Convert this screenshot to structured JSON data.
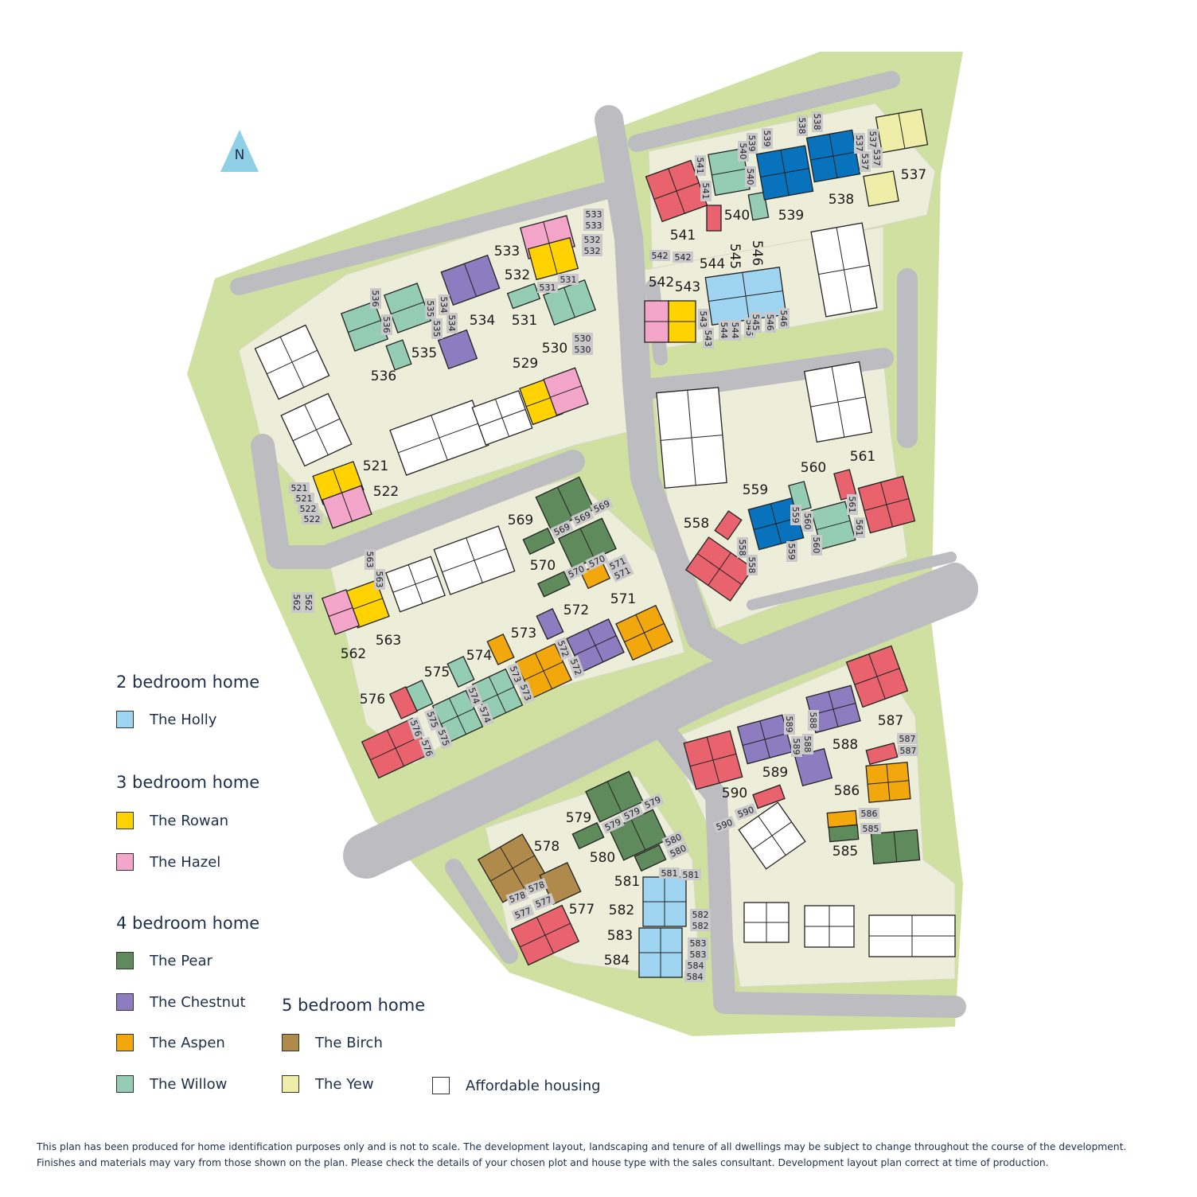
{
  "north_label": "N",
  "colors": {
    "holly": "#9fd5f1",
    "rowan": "#ffd200",
    "hazel": "#f3a6c9",
    "pear": "#5f8a5c",
    "chestnut": "#8e7cc0",
    "aspen": "#f2a80c",
    "willow": "#94cdb3",
    "birch": "#b08a4b",
    "yew": "#eeeea8",
    "affordable": "#ffffff",
    "red": "#e8636e",
    "blue": "#0872bd",
    "grass": "#cfe0a0",
    "plot": "#eceed9",
    "road": "#bdbdc1"
  },
  "legend": {
    "groups": [
      {
        "heading": "2 bedroom home",
        "items": [
          {
            "label": "The Holly",
            "type": "holly"
          }
        ]
      },
      {
        "heading": "3 bedroom home",
        "items": [
          {
            "label": "The Rowan",
            "type": "rowan"
          },
          {
            "label": "The Hazel",
            "type": "hazel"
          }
        ]
      },
      {
        "heading": "4 bedroom home",
        "items": [
          {
            "label": "The Pear",
            "type": "pear"
          },
          {
            "label": "The Chestnut",
            "type": "chestnut"
          },
          {
            "label": "The Aspen",
            "type": "aspen"
          },
          {
            "label": "The Willow",
            "type": "willow"
          }
        ]
      },
      {
        "heading": "5 bedroom home",
        "items": [
          {
            "label": "The Birch",
            "type": "birch"
          },
          {
            "label": "The Yew",
            "type": "yew"
          }
        ]
      }
    ],
    "affordable": "Affordable housing"
  },
  "plots": [
    "521",
    "522",
    "529",
    "530",
    "531",
    "532",
    "533",
    "534",
    "535",
    "536",
    "537",
    "538",
    "539",
    "540",
    "541",
    "542",
    "543",
    "544",
    "545",
    "546",
    "558",
    "559",
    "560",
    "561",
    "562",
    "563",
    "569",
    "570",
    "571",
    "572",
    "573",
    "574",
    "575",
    "576",
    "577",
    "578",
    "579",
    "580",
    "581",
    "582",
    "583",
    "584",
    "585",
    "586",
    "587",
    "588",
    "589",
    "590"
  ],
  "parking_tags": [
    "533",
    "533",
    "532",
    "532",
    "531",
    "531",
    "530",
    "530",
    "536",
    "536",
    "535",
    "535",
    "534",
    "534",
    "521",
    "521",
    "522",
    "522",
    "541",
    "541",
    "540",
    "540",
    "539",
    "539",
    "538",
    "538",
    "537",
    "537",
    "537",
    "537",
    "542",
    "542",
    "543",
    "543",
    "544",
    "544",
    "545",
    "545",
    "546",
    "546",
    "569",
    "569",
    "569",
    "570",
    "570",
    "571",
    "571",
    "563",
    "563",
    "562",
    "562",
    "572",
    "572",
    "573",
    "573",
    "574",
    "574",
    "575",
    "575",
    "576",
    "576",
    "558",
    "558",
    "559",
    "559",
    "560",
    "560",
    "561",
    "561",
    "587",
    "587",
    "588",
    "588",
    "589",
    "589",
    "590",
    "590",
    "586",
    "585",
    "579",
    "579",
    "579",
    "580",
    "580",
    "581",
    "581",
    "578",
    "578",
    "577",
    "577",
    "582",
    "582",
    "583",
    "583",
    "584",
    "584"
  ],
  "footer": [
    "This plan has been produced for home identification purposes only and is not to scale. The development layout, landscaping and tenure of all dwellings may be subject to change throughout the course of the development.",
    "Finishes and materials may vary from those shown on the plan. Please check the details of your chosen plot and house type with the sales consultant. Development layout plan correct at time of production."
  ]
}
